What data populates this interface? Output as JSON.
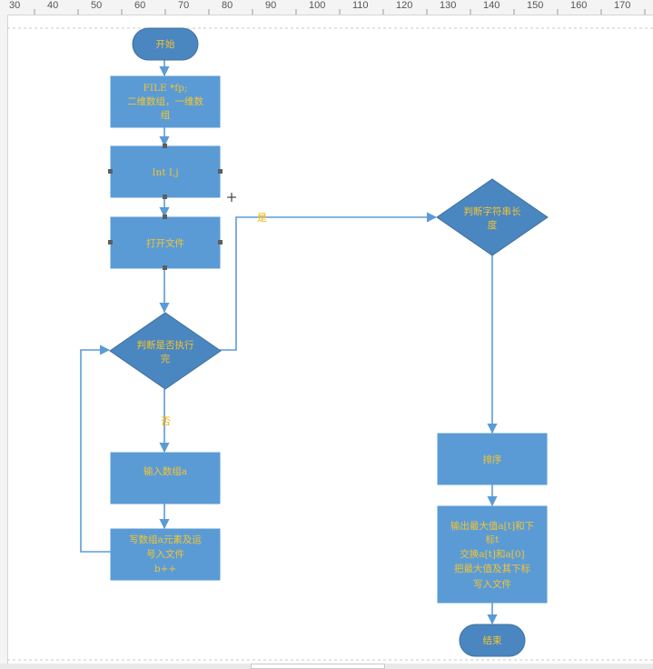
{
  "ruler": {
    "ticks": [
      "30",
      "40",
      "50",
      "60",
      "70",
      "80",
      "90",
      "100",
      "110",
      "120",
      "130",
      "140",
      "150",
      "160",
      "170"
    ]
  },
  "colors": {
    "shape_fill": "#5b9bd5",
    "shape_fill_dark": "#4a86c0",
    "shape_border": "#41719c",
    "line": "#5b9bd5",
    "text": "#f4c430",
    "edge_label": "#f4b400"
  },
  "nodes": {
    "start": "开始",
    "decl_line1": "FILE *fp;",
    "decl_line2": "二维数组，一维数",
    "decl_line3": "组",
    "int_decl": "Int I,j",
    "open_file": "打开文件",
    "decision_done_line1": "判断是否执行",
    "decision_done_line2": "完",
    "input_array": "输入数组a",
    "write_line1": "写数组a元素及运",
    "write_line2": "号入文件",
    "write_line3": "b++",
    "decision_len_line1": "判断字符串长",
    "decision_len_line2": "度",
    "sort": "排序",
    "output_line1": "输出最大值a[t]和下",
    "output_line2": "标t",
    "output_line3": "交换a[t]和a[0]",
    "output_line4": "把最大值及其下标",
    "output_line5": "写入文件",
    "end": "结束"
  },
  "edges": {
    "yes_label": "是",
    "no_label": "否"
  }
}
